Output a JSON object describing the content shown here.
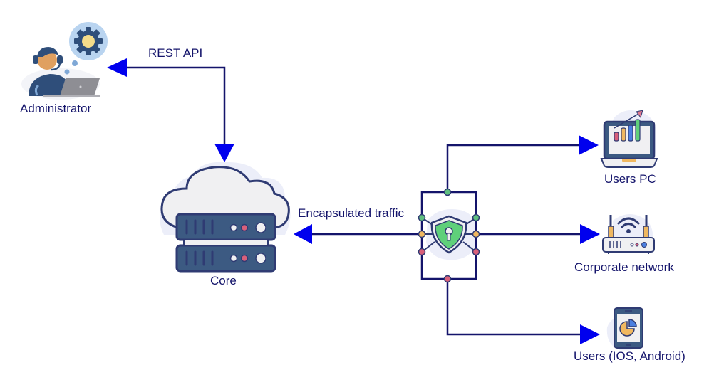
{
  "diagram": {
    "nodes": {
      "administrator": {
        "label": "Administrator",
        "icon": "support-agent-icon"
      },
      "core": {
        "label": "Core",
        "icon": "cloud-server-icon"
      },
      "gateway": {
        "label": "",
        "icon": "security-shield-icon"
      },
      "users_pc": {
        "label": "Users PC",
        "icon": "laptop-chart-icon"
      },
      "corporate_network": {
        "label": "Corporate network",
        "icon": "wifi-router-icon"
      },
      "users_mobile": {
        "label": "Users (IOS, Android)",
        "icon": "tablet-pie-chart-icon"
      }
    },
    "edges": [
      {
        "from": "core",
        "to": "administrator",
        "label": "REST API",
        "bidirectional": true
      },
      {
        "from": "gateway",
        "to": "core",
        "label": "Encapsulated traffic"
      },
      {
        "from": "gateway",
        "to": "users_pc",
        "label": ""
      },
      {
        "from": "gateway",
        "to": "corporate_network",
        "label": ""
      },
      {
        "from": "gateway",
        "to": "users_mobile",
        "label": ""
      }
    ],
    "colors": {
      "line": "#14146b",
      "arrow": "#0000ee",
      "label": "#14146b",
      "icon_dark": "#2f3b73",
      "server_fill": "#3c5a82",
      "shield_green": "#5fd07a",
      "node_green": "#5fbf7f",
      "node_orange": "#f0b860",
      "node_red": "#d9607a",
      "blob": "#eceef9"
    }
  }
}
